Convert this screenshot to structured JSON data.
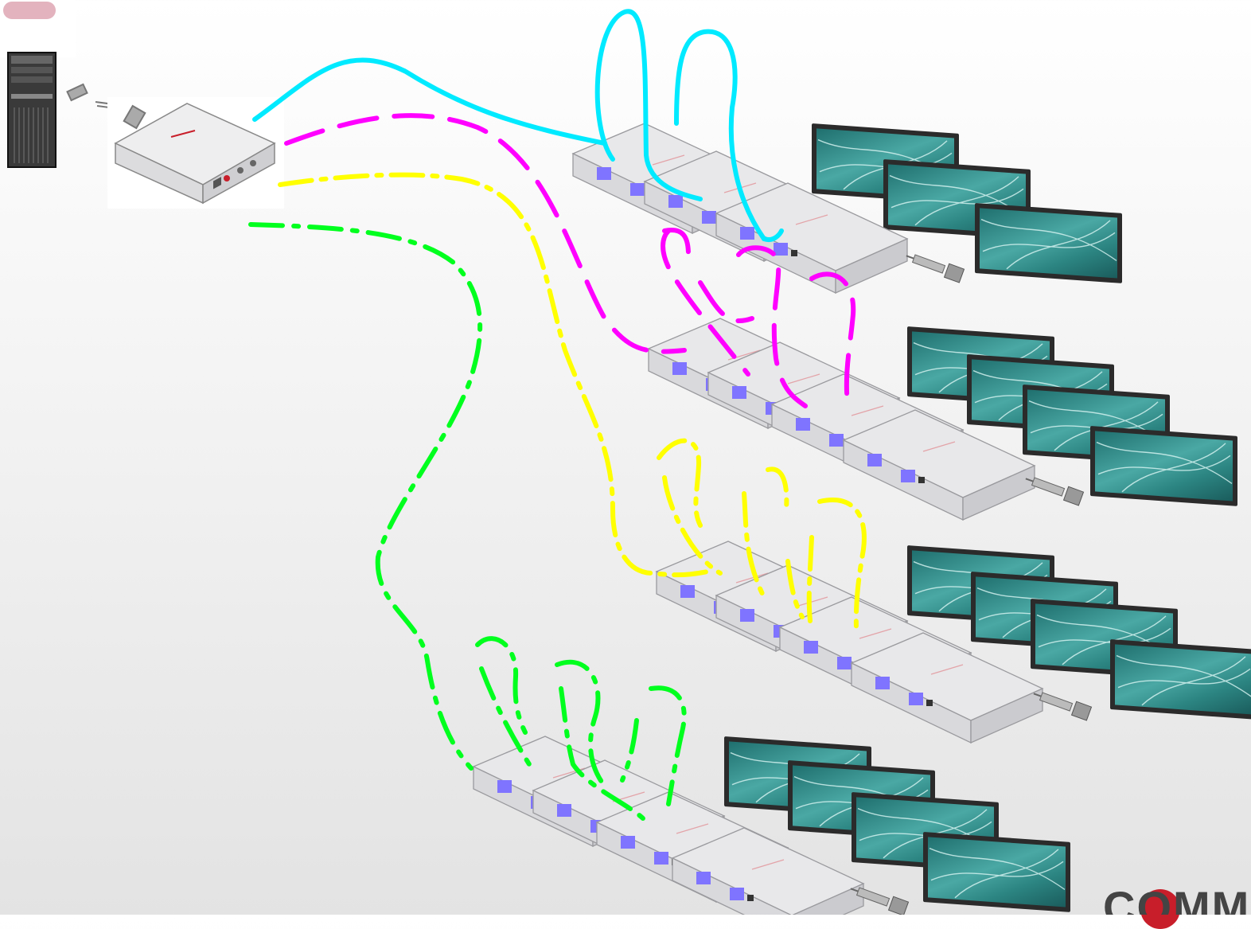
{
  "logo": {
    "text": "COMMS"
  },
  "colors": {
    "cyan": "#00eaff",
    "magenta": "#ff00ff",
    "yellow": "#ffff00",
    "green": "#00ff1e",
    "unit_body": "#d9d9dc",
    "unit_top": "#e8e8ea",
    "port": "#7f74ff",
    "screen": "#2e8f8a",
    "bezel": "#2b2b2b",
    "logo_red": "#c81e2a"
  },
  "nodes": {
    "source": [
      "pc-tower-icon",
      "transmitter-unit"
    ],
    "receiver_groups": [
      {
        "color": "cyan",
        "units": 3,
        "displays": 3
      },
      {
        "color": "magenta",
        "units": 4,
        "displays": 4
      },
      {
        "color": "yellow",
        "units": 4,
        "displays": 4
      },
      {
        "color": "green",
        "units": 4,
        "displays": 4
      }
    ]
  }
}
